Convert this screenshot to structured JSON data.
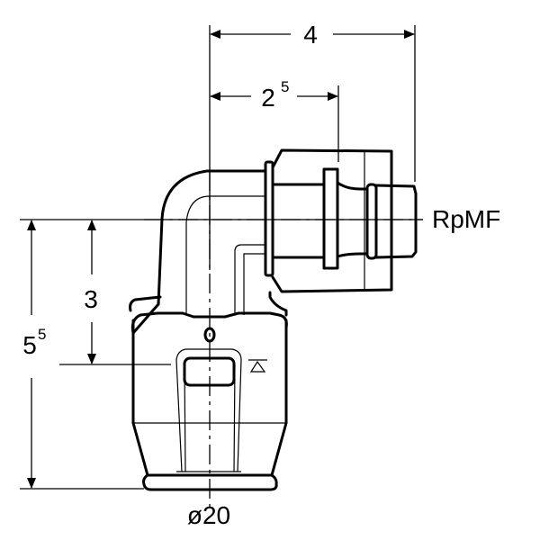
{
  "drawing": {
    "title": "Elbow fitting with RpMF connection",
    "dimensions": {
      "overall_width": {
        "base": "4",
        "sup": ""
      },
      "inner_width": {
        "base": "2",
        "sup": "5"
      },
      "upper_height": {
        "base": "3",
        "sup": ""
      },
      "overall_height": {
        "base": "5",
        "sup": "5"
      }
    },
    "labels": {
      "thread": "RpMF",
      "diameter": "ø20"
    },
    "colors": {
      "line": "#000000",
      "background": "#ffffff"
    }
  }
}
